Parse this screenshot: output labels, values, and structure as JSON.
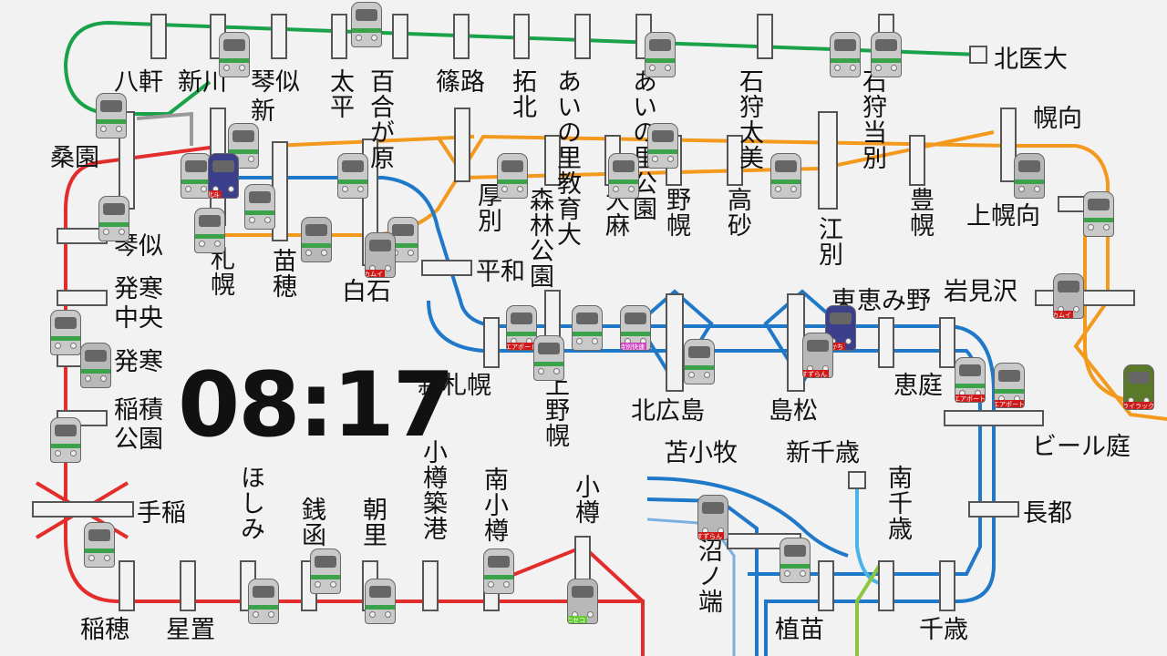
{
  "clock": "08:17",
  "colors": {
    "hakodate_line": "#e32c2c",
    "sassho_line": "#1aa24a",
    "chitose_line": "#1f78c8",
    "hakodate_main_east": "#f39a1e",
    "muroran_line": "#1f78c8",
    "airport_branch": "#4ab4e6",
    "hidaka_line": "#8cc63e"
  },
  "stations": {
    "hachiken": "八軒",
    "shinkawa": "新川",
    "kotoni_sassho": "琴似",
    "kotoni_sassho_prefix": "新",
    "taihei": "太平",
    "yurigahara": "百合が原",
    "shinoro": "篠路",
    "takuhoku": "拓北",
    "ainosato_kyoikudai": "あいの里教育大",
    "ainosato_koen": "あいの里公園",
    "ishikari_futomi": "石狩太美",
    "ishikari_tobetsu": "石狩当別",
    "hokkaido_iryodaigaku": "北医大",
    "soen": "桑園",
    "sapporo": "札幌",
    "naebo": "苗穂",
    "shiroishi": "白石",
    "atsubetsu": "厚別",
    "shinrinkoen": "森林公園",
    "oasa": "大麻",
    "nopporo": "野幌",
    "takasago": "高砂",
    "ebetsu": "江別",
    "toyohoro": "豊幌",
    "horomui": "幌向",
    "kami_horomui": "上幌向",
    "iwamizawa": "岩見沢",
    "kotoni": "琴似",
    "hassamu_chuo": "発寒中央",
    "hassamu": "発寒",
    "inazumi_koen": "稲積公園",
    "teine": "手稲",
    "inaho": "稲穂",
    "hoshioki": "星置",
    "hoshimi": "ほしみ",
    "zenibako": "銭函",
    "asari": "朝里",
    "otaru_chikko": "小樽築港",
    "minami_otaru": "南小樽",
    "otaru": "小樽",
    "heiwa": "平和",
    "shin_sapporo": "新札幌",
    "kami_nopporo": "上野幌",
    "kitahiroshima": "北広島",
    "shimamatsu": "島松",
    "higashi_no": "東",
    "megumino": "恵み野",
    "eniwa": "恵庭",
    "sapporo_beer_teien": "ビール庭",
    "osatsu": "長都",
    "chitose": "千歳",
    "minami_chitose": "南千歳",
    "shin_chitose_kuko": "新千歳",
    "uenae": "植苗",
    "numanohata": "沼ノ端",
    "tomakomai": "苫小牧"
  },
  "train_tags": {
    "hokuto": "北斗",
    "kamui": "カムイ",
    "airport": "エアポート",
    "tokubetsu_kaisoku": "特別快速",
    "tokachi": "とかち",
    "suzuran": "すずらん",
    "lilac": "ライラック",
    "niseko": "ニセコ"
  }
}
